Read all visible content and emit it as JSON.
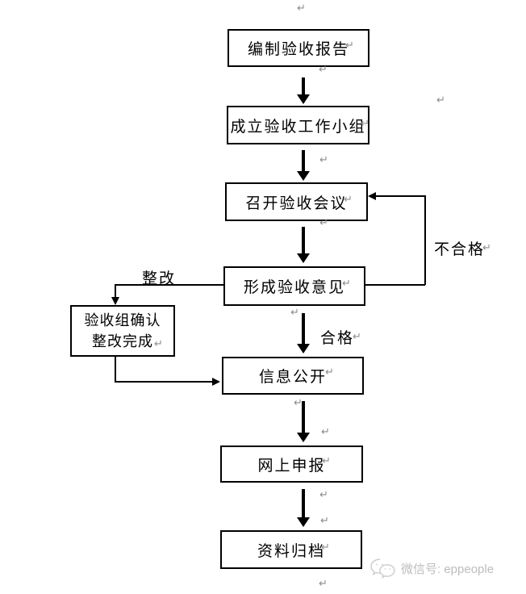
{
  "flowchart": {
    "nodes": [
      {
        "label": "编制验收报告"
      },
      {
        "label": "成立验收工作小组"
      },
      {
        "label": "召开验收会议"
      },
      {
        "label": "形成验收意见"
      },
      {
        "label": "验收组确认整改完成",
        "line1": "验收组确认",
        "line2": "整改完成"
      },
      {
        "label": "信息公开"
      },
      {
        "label": "网上申报"
      },
      {
        "label": "资料归档"
      }
    ],
    "edge_labels": {
      "rectify": "整改",
      "fail": "不合格",
      "pass": "合格"
    }
  },
  "paragraph_mark": "↵",
  "watermark": {
    "icon": "wechat-icon",
    "text": "微信号: eppeople"
  },
  "colors": {
    "line": "#000000",
    "text": "#000000",
    "paragraph_mark": "#8c8c8c",
    "watermark": "#bdbdbd",
    "background": "#ffffff"
  }
}
